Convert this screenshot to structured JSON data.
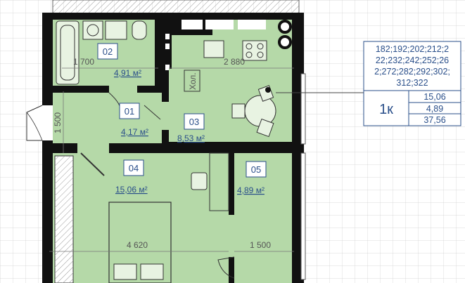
{
  "rooms": [
    {
      "num": "01",
      "area": "4,17 м²"
    },
    {
      "num": "02",
      "area": "4,91 м²"
    },
    {
      "num": "03",
      "area": "8,53 м²"
    },
    {
      "num": "04",
      "area": "15,06 м²"
    },
    {
      "num": "05",
      "area": "4,89 м²"
    }
  ],
  "dimensions": {
    "d1": "1 700",
    "d2": "2 880",
    "d3": "1 500",
    "d4": "4 620",
    "d5": "1 500"
  },
  "fridge_label": "Хол.",
  "legend": {
    "floors": "182;192;202;212;222;232;242;252;262;272;282;292;302;312;322",
    "floors_line1": "182;192;202;212;2",
    "floors_line2": "22;232;242;252;26",
    "floors_line3": "2;272;282;292;302;",
    "floors_line4": "312;322",
    "type": "1к",
    "areas": [
      "15,06",
      "4,89",
      "37,56"
    ]
  },
  "colors": {
    "room_fill": "#b5d9a8",
    "wall": "#111111",
    "grid": "#c8c8c8",
    "text": "#2a4f8a"
  }
}
